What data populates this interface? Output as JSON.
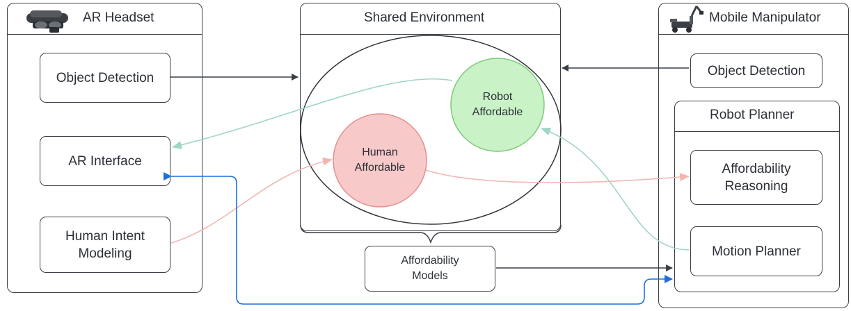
{
  "ar_headset": {
    "title": "AR Headset",
    "object_detection": "Object Detection",
    "ar_interface": "AR Interface",
    "human_intent_modeling": "Human Intent\nModeling"
  },
  "shared_environment": {
    "title": "Shared Environment",
    "robot_affordable": "Robot\nAffordable",
    "human_affordable": "Human\nAffordable",
    "affordability_models": "Affordability\nModels"
  },
  "mobile_manipulator": {
    "title": "Mobile Manipulator",
    "object_detection": "Object Detection",
    "robot_planner": "Robot Planner",
    "affordability_reasoning": "Affordability\nReasoning",
    "motion_planner": "Motion Planner"
  },
  "colors": {
    "stroke": "#3a3f47",
    "robot_fill": "#c9f2c7",
    "robot_stroke": "#7cc97a",
    "human_fill": "#f8c9c9",
    "human_stroke": "#e58f8f",
    "teal_arrow": "#9ed6c8",
    "pink_arrow": "#f2b6b2",
    "blue_arrow": "#1f6fd9",
    "dark_arrow": "#3a3f47"
  }
}
